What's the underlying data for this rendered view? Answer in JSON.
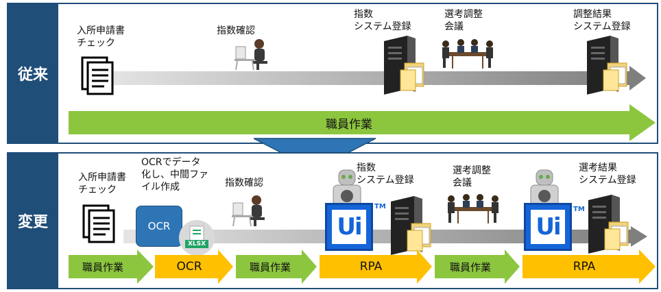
{
  "rows": {
    "before": {
      "label": "従来",
      "steps": [
        {
          "text": "入所申請書\nチェック"
        },
        {
          "text": "指数確認"
        },
        {
          "text": "指数\nシステム登録"
        },
        {
          "text": "選考調整\n会議"
        },
        {
          "text": "調整結果\nシステム登録"
        }
      ],
      "bar_label": "職員作業"
    },
    "after": {
      "label": "変更",
      "steps": [
        {
          "text": "入所申請書\nチェック"
        },
        {
          "text": "OCRでデータ\n化し、中間ファ\nイル作成"
        },
        {
          "text": "指数確認"
        },
        {
          "text": "指数\nシステム登録"
        },
        {
          "text": "選考調整\n会議"
        },
        {
          "text": "選考結果\nシステム登録"
        }
      ],
      "ocr_box": "OCR",
      "xlsx_label": "XLSX",
      "ui_logo": "Ui",
      "tm": "TM",
      "bars": [
        {
          "label": "職員作業",
          "color": "#8cc63f"
        },
        {
          "label": "OCR",
          "color": "#ffc000"
        },
        {
          "label": "職員作業",
          "color": "#8cc63f"
        },
        {
          "label": "RPA",
          "color": "#ffc000"
        },
        {
          "label": "職員作業",
          "color": "#8cc63f"
        },
        {
          "label": "RPA",
          "color": "#ffc000"
        }
      ]
    }
  },
  "colors": {
    "panel_border": "#1f4e79",
    "green": "#8cc63f",
    "gold": "#ffc000",
    "flow_gray": "#bfbfbf",
    "transition_arrow": "#2e75b6"
  },
  "icons": [
    "document-icon",
    "person-at-computer-icon",
    "server-icon",
    "meeting-icon",
    "robot-icon",
    "excel-file-icon",
    "uipath-logo-icon"
  ]
}
